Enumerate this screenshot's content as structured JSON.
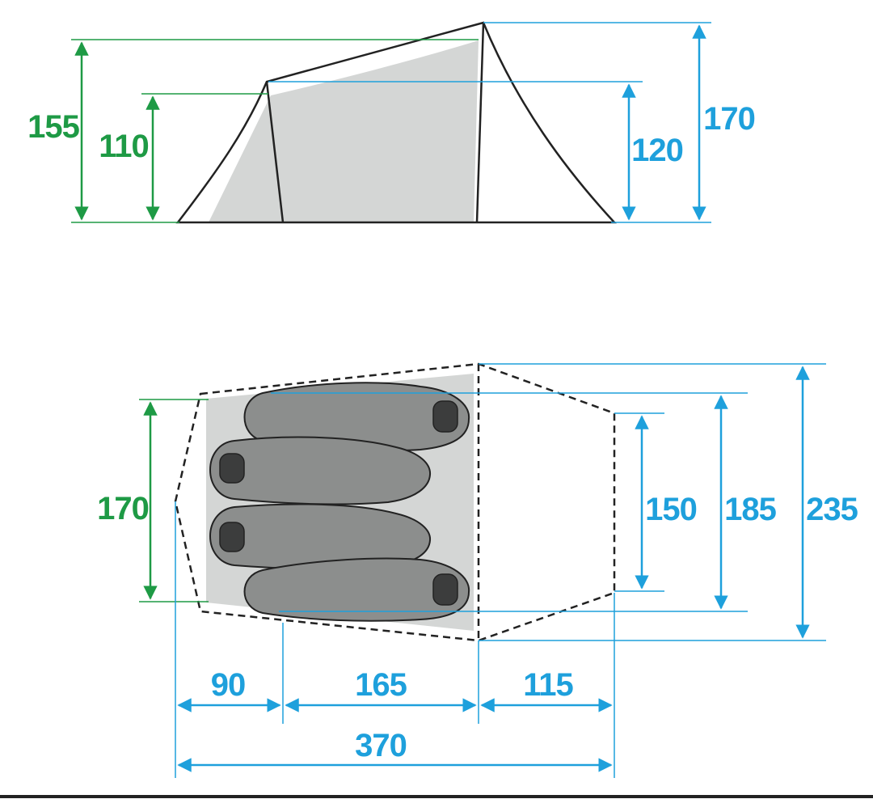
{
  "colors": {
    "green": "#1e9a45",
    "blue": "#1ea0dc",
    "outline": "#222222",
    "inner_fill": "#d4d6d5",
    "bag_fill": "#8c8e8d",
    "bag_dark": "#3c3d3d"
  },
  "side_view": {
    "inner_left_height": "110",
    "overall_left_height": "155",
    "inner_right_height": "120",
    "overall_right_height": "170"
  },
  "top_view": {
    "inner_width": "170",
    "vestibule_width": "150",
    "floor_width": "185",
    "total_width": "235",
    "front_length": "90",
    "inner_length": "165",
    "rear_length": "115",
    "total_length": "370"
  }
}
